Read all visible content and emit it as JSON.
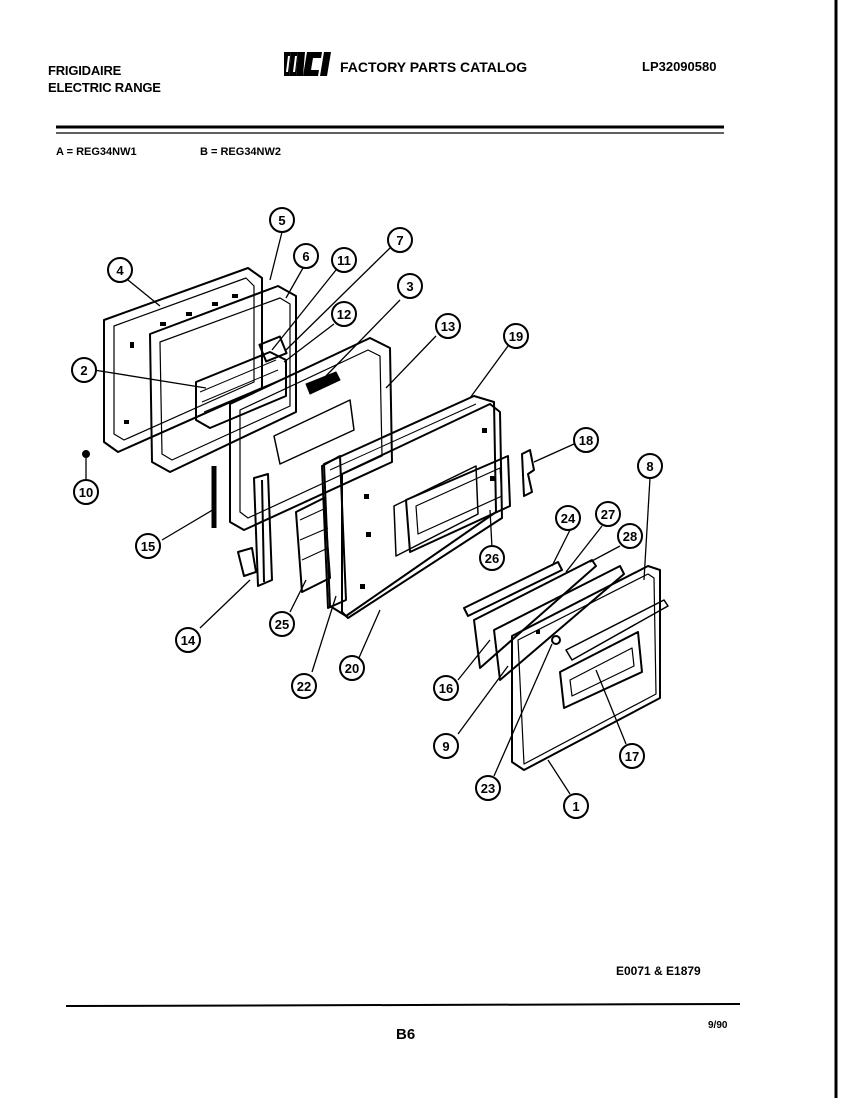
{
  "header": {
    "brand_line1": "FRIGIDAIRE",
    "brand_line2": "ELECTRIC RANGE",
    "logo_text": "WCI",
    "catalog_title": "FACTORY PARTS CATALOG",
    "catalog_number": "LP32090580"
  },
  "models": {
    "a": "A = REG34NW1",
    "b": "B = REG34NW2"
  },
  "callouts": [
    "1",
    "2",
    "3",
    "4",
    "5",
    "6",
    "7",
    "8",
    "9",
    "10",
    "11",
    "12",
    "13",
    "14",
    "15",
    "16",
    "17",
    "18",
    "19",
    "20",
    "22",
    "23",
    "24",
    "25",
    "26",
    "27",
    "28"
  ],
  "footer": {
    "part_codes": "E0071 & E1879",
    "page": "B6",
    "date": "9/90"
  },
  "colors": {
    "ink": "#000000",
    "paper": "#ffffff"
  }
}
